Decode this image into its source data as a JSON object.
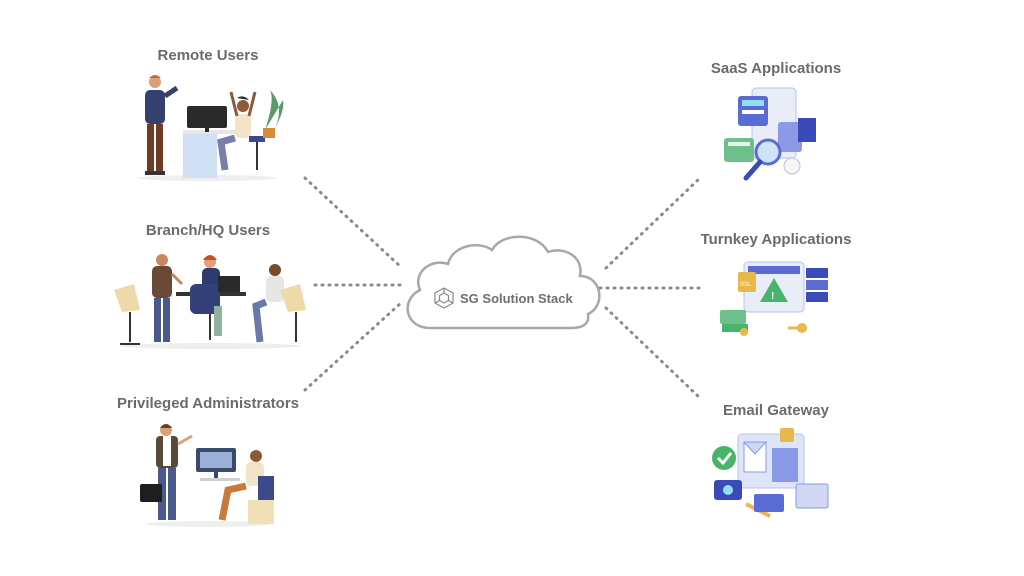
{
  "left_groups": [
    {
      "label": "Remote Users",
      "icon": "remote-users-illustration"
    },
    {
      "label": "Branch/HQ Users",
      "icon": "branch-users-illustration"
    },
    {
      "label": "Privileged Administrators",
      "icon": "privileged-admins-illustration"
    }
  ],
  "right_groups": [
    {
      "label": "SaaS Applications",
      "icon": "saas-illustration"
    },
    {
      "label": "Turnkey Applications",
      "icon": "turnkey-illustration"
    },
    {
      "label": "Email Gateway",
      "icon": "email-gateway-illustration"
    }
  ],
  "center": {
    "label": "SG Solution Stack",
    "icon": "cube-logo-icon"
  },
  "colors": {
    "label": "#6b6b6b",
    "dots": "#8a8a8a",
    "cloud_stroke": "#a8a8a8",
    "accent_blue": "#5b6bd6",
    "accent_green": "#47b36b"
  }
}
